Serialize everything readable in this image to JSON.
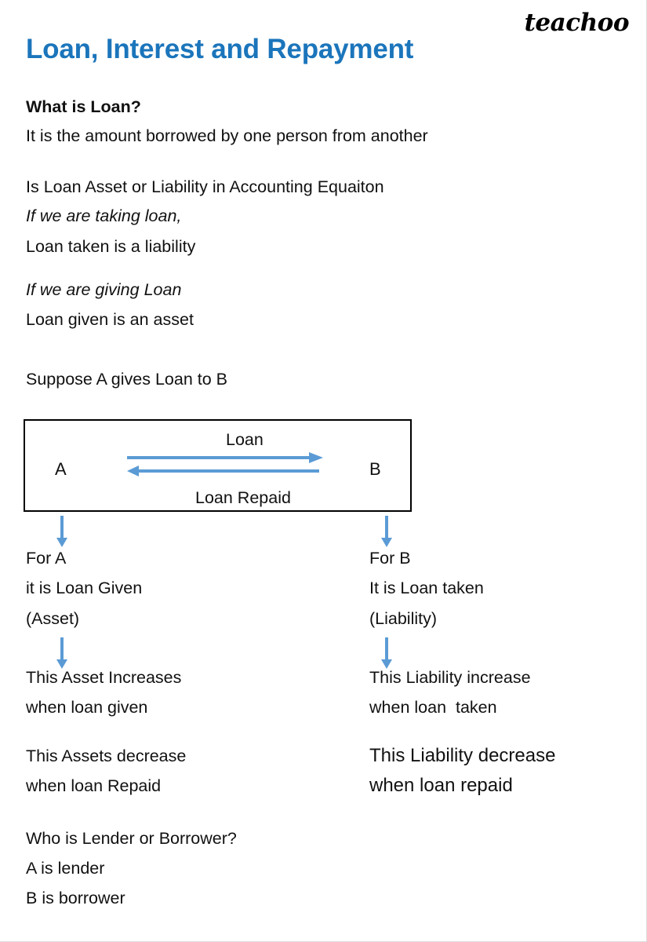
{
  "logo": {
    "text": "teachoo"
  },
  "title": "Loan, Interest and Repayment",
  "colors": {
    "title_blue": "#1b75bb",
    "arrow_blue": "#5b9bd5",
    "box_border": "#000000",
    "text": "#111111",
    "page_background": "#ffffff"
  },
  "intro": {
    "heading": "What is Loan?",
    "definition": "It is the amount borrowed by one person from another",
    "question": "Is Loan Asset or Liability in Accounting Equaiton",
    "taking_case_label": "If we are taking loan,",
    "taking_case_answer": "Loan taken is a liability",
    "giving_case_label": "If we are giving Loan",
    "giving_case_answer": "Loan given is an asset",
    "scenario": "Suppose A gives Loan to B"
  },
  "diagram": {
    "node_left": "A",
    "node_right": "B",
    "arrow_top_label": "Loan",
    "arrow_bottom_label": "Loan Repaid",
    "arrow_top_direction": "right",
    "arrow_bottom_direction": "left"
  },
  "columns": {
    "left": {
      "title": "For A",
      "role_line": "it is Loan Given",
      "classification": "(Asset)",
      "increase_line1": "This Asset Increases",
      "increase_line2": "when loan given",
      "decrease_line1": "This Assets decrease",
      "decrease_line2": "when loan Repaid"
    },
    "right": {
      "title": "For B",
      "role_line": "It is Loan taken",
      "classification": "(Liability)",
      "increase_line1": "This Liability increase",
      "increase_line2": "when loan  taken",
      "decrease_line1": "This Liability decrease",
      "decrease_line2": "when loan repaid"
    }
  },
  "conclusion": {
    "question": "Who is Lender or Borrower?",
    "answer_a": "A is lender",
    "answer_b": "B is borrower"
  }
}
